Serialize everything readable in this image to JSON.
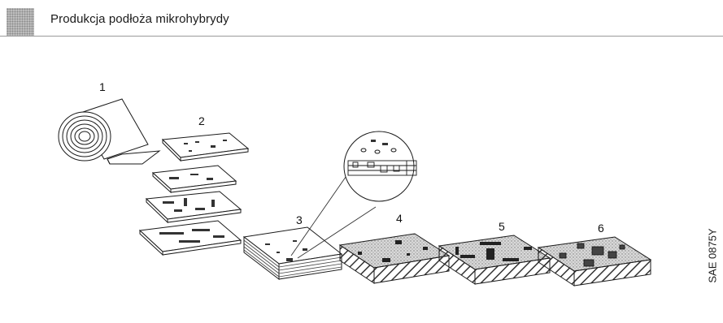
{
  "header": {
    "title": "Produkcja podłoża mikrohybrydy"
  },
  "diagram": {
    "steps": [
      "1",
      "2",
      "3",
      "4",
      "5",
      "6"
    ],
    "figure_code": "SAE 0875Y"
  },
  "colors": {
    "line": "#1a1a1a",
    "hatch": "#555555",
    "marker": "#bdbdbd"
  }
}
